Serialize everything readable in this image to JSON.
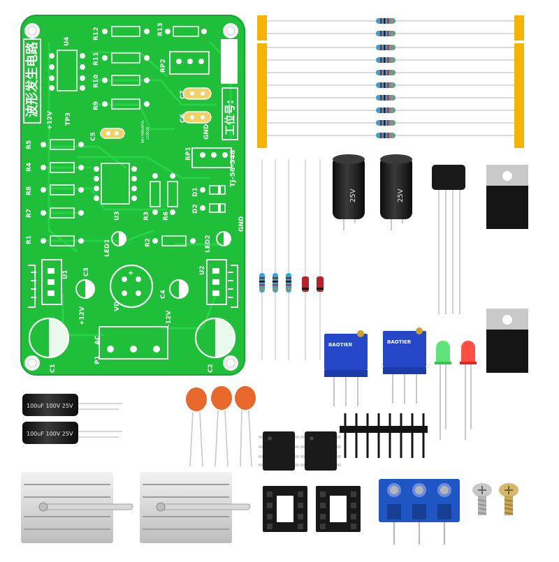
{
  "board": {
    "title_cn": "波形发生电路",
    "station_cn": "工位号:",
    "model": "TJ-56-548",
    "part_no": "0017906AP31",
    "date_code": "210920",
    "labels": {
      "r12": "R12",
      "r13": "R13",
      "u4": "U4",
      "r11": "R11",
      "rp2": "RP2",
      "r10": "R10",
      "r9": "R9",
      "c7": "C7",
      "c6": "C6",
      "tp3": "TP3",
      "p12v": "+12V",
      "c5": "C5",
      "gnd1": "GND",
      "r5": "R5",
      "rp1": "RP1",
      "r4": "R4",
      "r8": "R8",
      "u3": "U3",
      "d1": "D1",
      "r7": "R7",
      "r3": "R3",
      "r6": "R6",
      "d2": "D2",
      "r1": "R1",
      "r2": "R2",
      "gnd2": "GND",
      "led1": "LED1",
      "led2": "LED2",
      "u1": "U1",
      "c3": "C3",
      "u2": "U2",
      "vd": "VD",
      "c4": "C4",
      "p12v_b": "+12V",
      "m12v": "-12V",
      "ac": "AC",
      "p1": "P1",
      "c1": "C1",
      "c2": "C2"
    }
  },
  "parts": {
    "electrolytic_large": {
      "rating": "25V"
    },
    "electrolytic_small": {
      "rating": "100uF 100V 25V"
    },
    "trimmer": {
      "brand": "BAOTIER"
    },
    "icon_names": [
      "pcb-icon",
      "resistor-icon",
      "electrolytic-capacitor-icon",
      "ceramic-capacitor-icon",
      "voltage-regulator-icon",
      "bridge-rectifier-icon",
      "trimmer-potentiometer-icon",
      "led-icon",
      "diode-icon",
      "dip-ic-icon",
      "ic-socket-icon",
      "pin-header-icon",
      "terminal-block-icon",
      "heatsink-icon",
      "screw-icon"
    ]
  },
  "colors": {
    "pcb_green": "#1fbf3a",
    "resistor_body": "#3aa0dc",
    "capacitor_black": "#1a1a1a",
    "ceramic_orange": "#e8672a",
    "terminal_blue": "#1f56c4",
    "trimmer_blue": "#2448c8",
    "tape_yellow": "#f4b400"
  }
}
